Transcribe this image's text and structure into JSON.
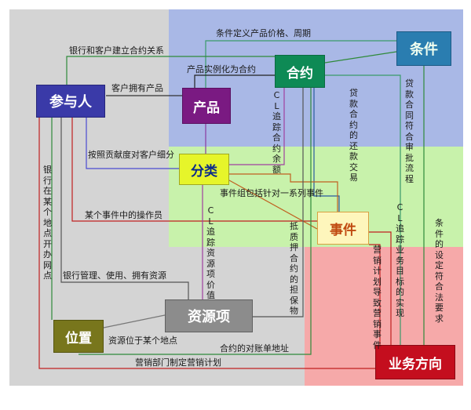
{
  "colors": {
    "region_gray": "#d4d4d4",
    "region_blue": "#a9b8e6",
    "region_green": "#c8f2ab",
    "region_pink": "#f6a9a9"
  },
  "boxes": {
    "participant": "参与人",
    "product": "产品",
    "contract": "合约",
    "condition": "条件",
    "category": "分类",
    "event": "事件",
    "resource": "资源项",
    "location": "位置",
    "business": "业务方向"
  },
  "labels": {
    "condition_defines_price": "条件定义产品价格、周期",
    "bank_customer_contract": "银行和客户建立合约关系",
    "product_instance_contract": "产品实例化为合约",
    "customer_owns_product": "客户拥有产品",
    "contribution_classify": "按照贡献度对客户细分",
    "event_group_series": "事件组包括针对一系列事件",
    "operator_in_event": "某个事件中的操作员",
    "bank_manage_resource": "银行管理、使用、拥有资源",
    "resource_at_location": "资源位于某个地点",
    "contract_statement_address": "合约的对账单地址",
    "marketing_plan": "营销部门制定营销计划",
    "cl_contract_balance": "CL追踪合约余额",
    "loan_repayment": "贷款合约的还款交易",
    "loan_approval": "贷款合同符合审批流程",
    "cl_resource_value": "CL追踪资源项价值",
    "collateral": "抵质押合约的担保物",
    "cl_business_goal": "CL追踪业务目标的实现",
    "marketing_event": "营销计划导致营销事件",
    "condition_compliance": "条件的设定符合法要求",
    "bank_branch": "银行在某个地点开办网点"
  }
}
